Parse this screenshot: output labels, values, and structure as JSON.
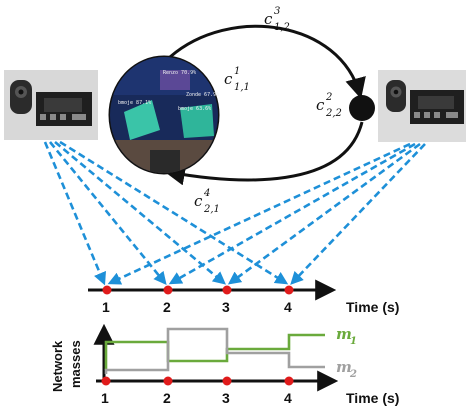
{
  "graph": {
    "self_loop_label": {
      "base": "c",
      "sub": "1,1",
      "sup": "1"
    },
    "top_edge_label": {
      "base": "c",
      "sub": "1,2",
      "sup": "3"
    },
    "right_node_label": {
      "base": "c",
      "sub": "2,2",
      "sup": "2"
    },
    "bottom_edge_label": {
      "base": "c",
      "sub": "2,1",
      "sup": "4"
    }
  },
  "screen_overlay": [
    "Renzo 70.9%",
    "Zonde 67.9%",
    "bmoje 87.1%",
    "bmoje 63.6%"
  ],
  "timeline": {
    "ticks": [
      "1",
      "2",
      "3",
      "4"
    ],
    "axis_title": "Time (s)"
  },
  "mass_plot": {
    "ylabel_line1": "Network",
    "ylabel_line2": "masses",
    "ticks": [
      "1",
      "2",
      "3",
      "4"
    ],
    "axis_title": "Time (s)",
    "series": [
      {
        "base": "m",
        "sub": "1",
        "color": "#6aaa3c"
      },
      {
        "base": "m",
        "sub": "2",
        "color": "#a0a0a0"
      }
    ]
  },
  "colors": {
    "arrows": "#1e90d8",
    "markers": "#e01b1b",
    "axis": "#111111"
  }
}
